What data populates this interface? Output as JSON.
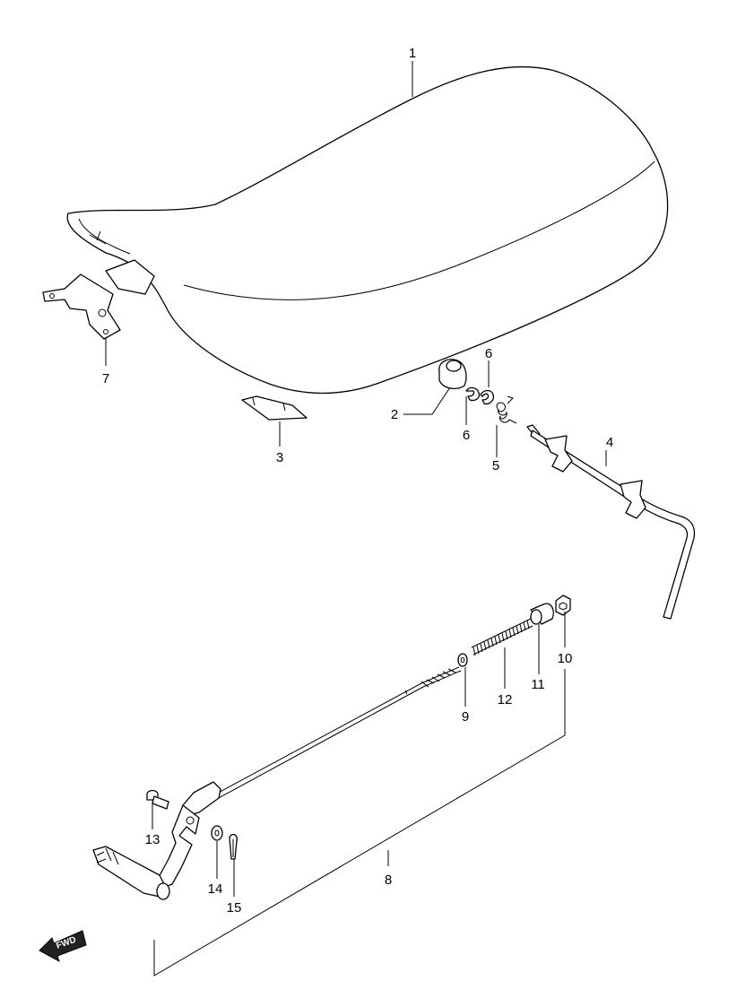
{
  "callouts": [
    {
      "id": "1",
      "label": "1"
    },
    {
      "id": "2",
      "label": "2"
    },
    {
      "id": "3",
      "label": "3"
    },
    {
      "id": "4",
      "label": "4"
    },
    {
      "id": "5",
      "label": "5"
    },
    {
      "id": "6a",
      "label": "6"
    },
    {
      "id": "6b",
      "label": "6"
    },
    {
      "id": "7",
      "label": "7"
    },
    {
      "id": "8",
      "label": "8"
    },
    {
      "id": "9",
      "label": "9"
    },
    {
      "id": "10",
      "label": "10"
    },
    {
      "id": "11",
      "label": "11"
    },
    {
      "id": "12",
      "label": "12"
    },
    {
      "id": "13",
      "label": "13"
    },
    {
      "id": "14",
      "label": "14"
    },
    {
      "id": "15",
      "label": "15"
    }
  ],
  "fwd_arrow": {
    "label": "FWD"
  }
}
